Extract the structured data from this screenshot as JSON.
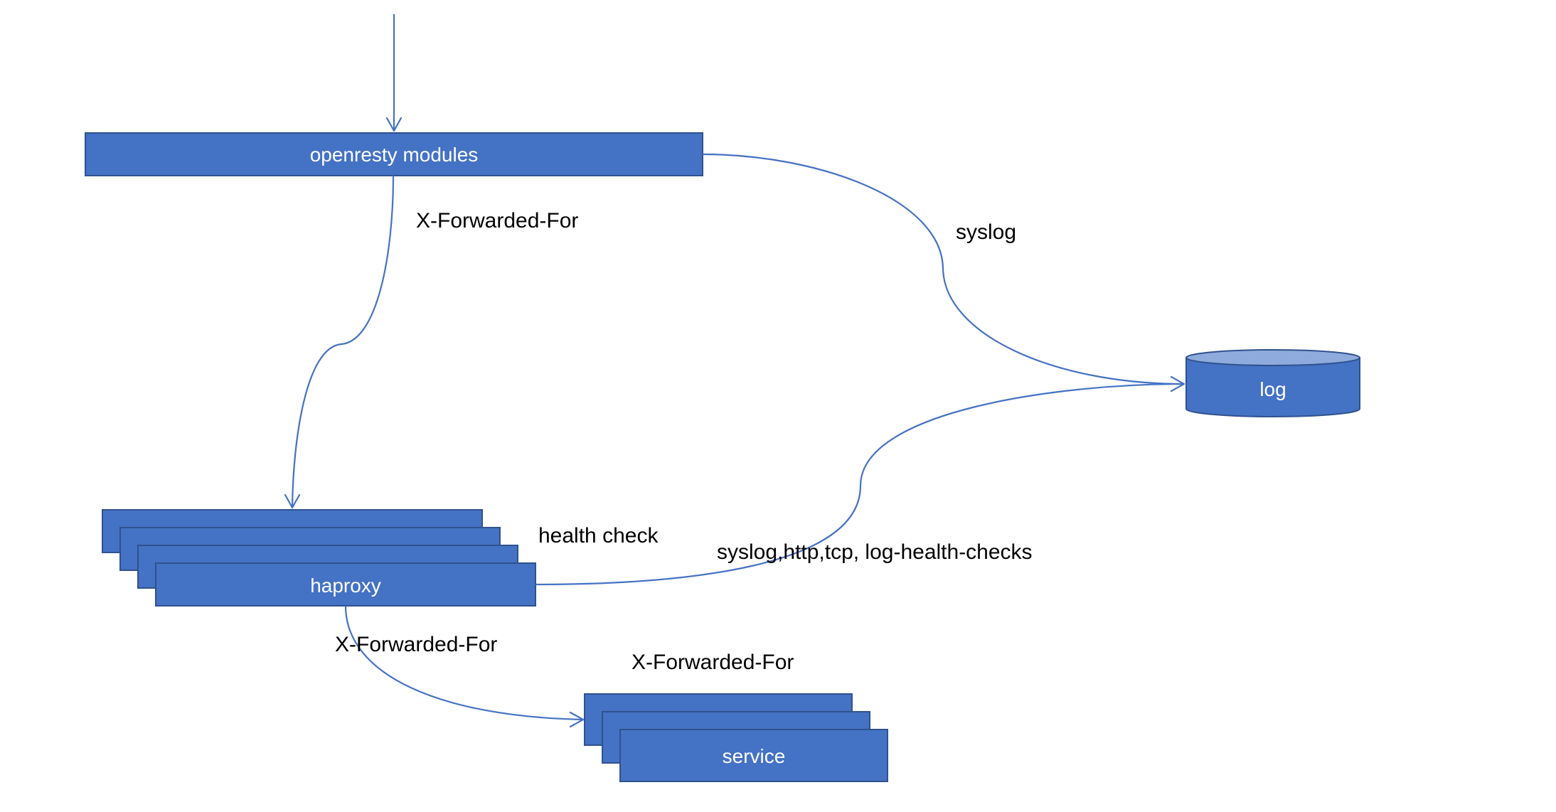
{
  "nodes": {
    "openresty": {
      "label": "openresty modules"
    },
    "haproxy": {
      "label": "haproxy"
    },
    "service": {
      "label": "service"
    },
    "log": {
      "label": "log"
    }
  },
  "edges": {
    "openresty_to_haproxy": {
      "label": "X-Forwarded-For"
    },
    "openresty_to_log": {
      "label": "syslog"
    },
    "haproxy_health": {
      "label": "health check"
    },
    "haproxy_to_log": {
      "label": "syslog,http,tcp, log-health-checks"
    },
    "haproxy_to_service": {
      "label": "X-Forwarded-For"
    },
    "service_header": {
      "label": "X-Forwarded-For"
    }
  },
  "colors": {
    "node_fill": "#4472c4",
    "node_stroke": "#2f528f",
    "edge": "#4472c4",
    "log_top": "#8faadc"
  }
}
